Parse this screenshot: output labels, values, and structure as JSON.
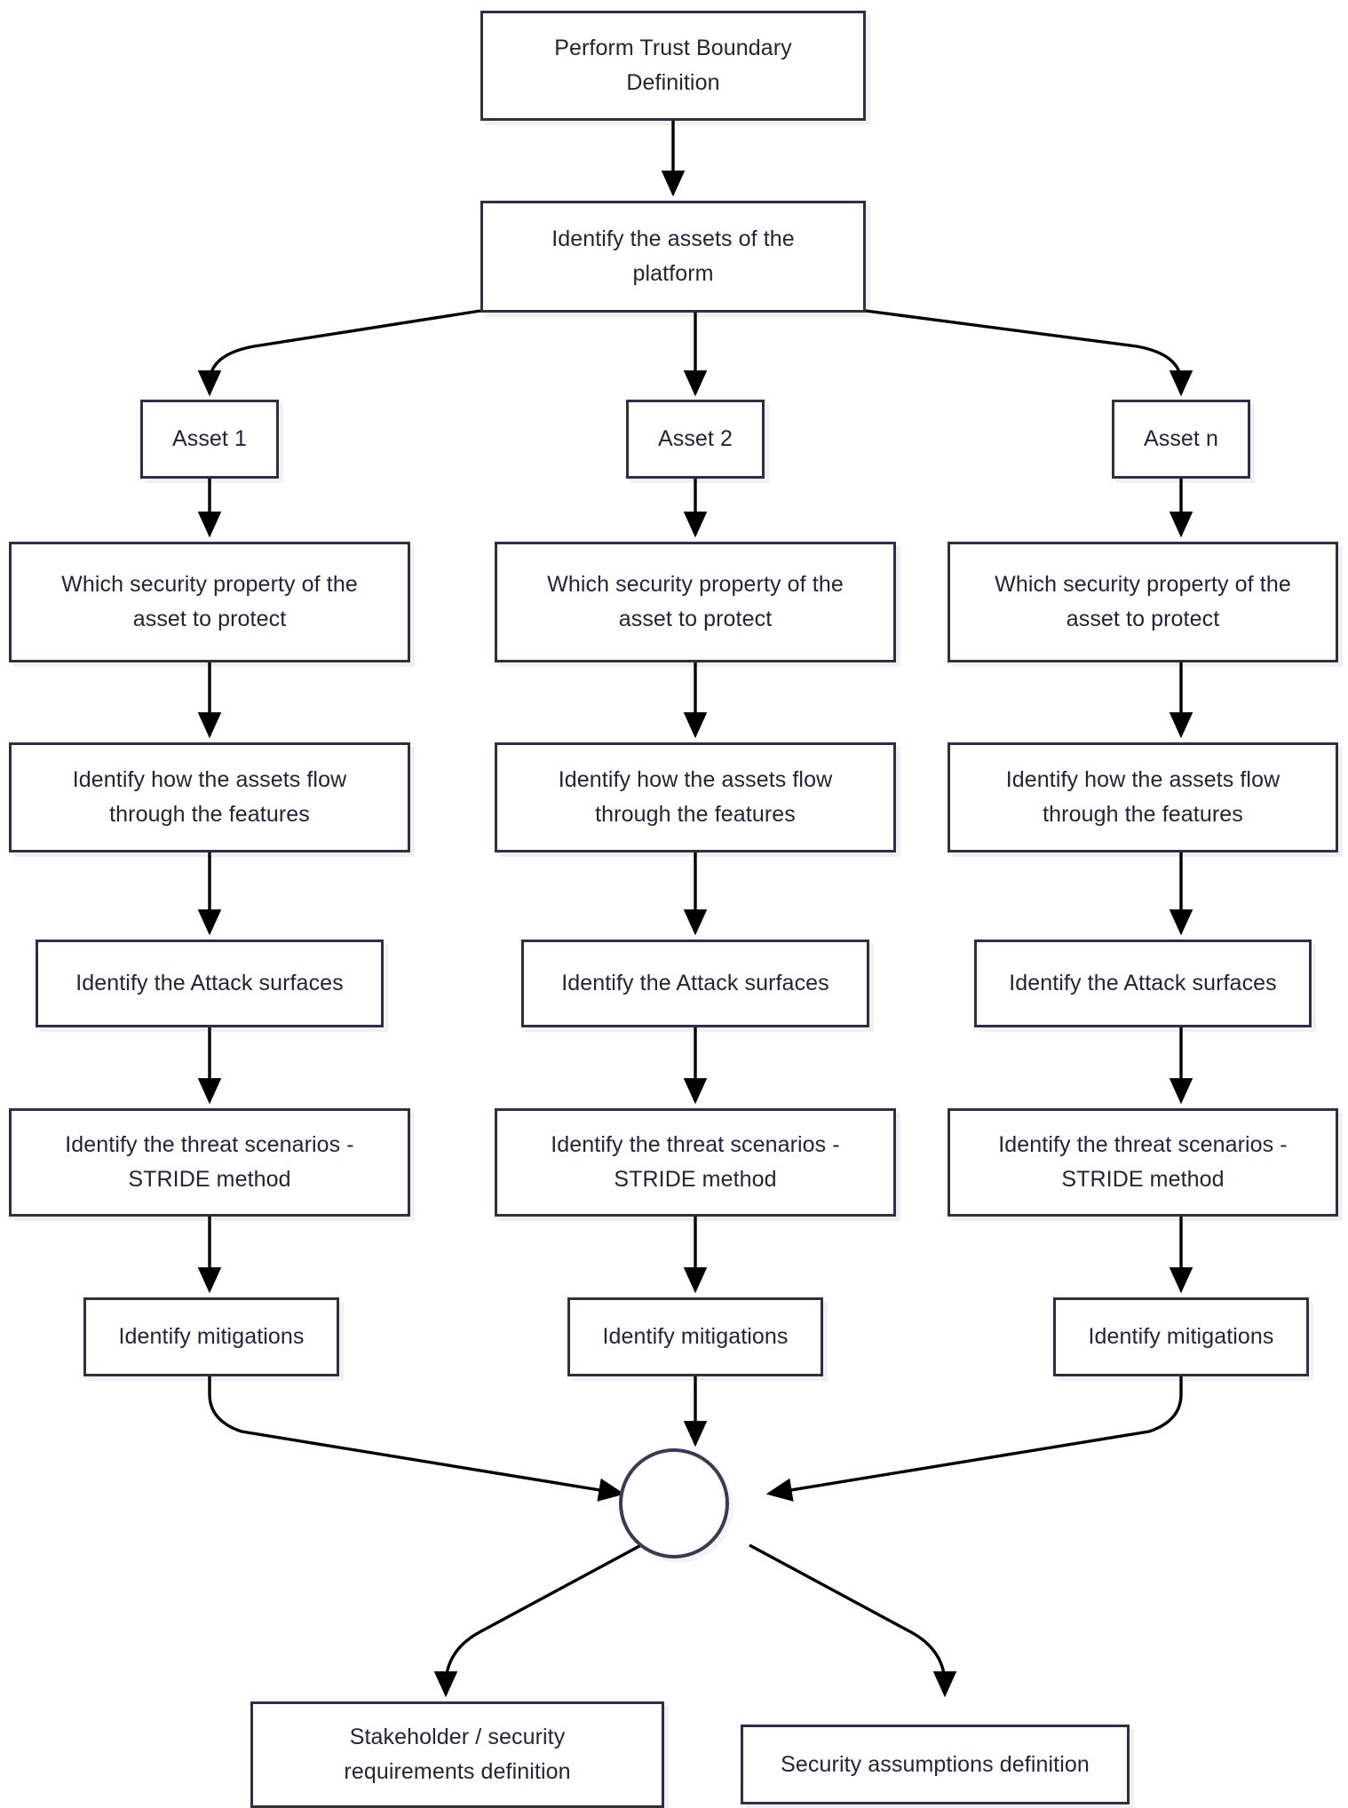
{
  "diagram": {
    "title": "Threat modeling process flowchart",
    "colors": {
      "box_border": "#2e2e44",
      "box_fill": "#ffffff",
      "text": "#23233a",
      "connector": "#000000",
      "junction_border": "#3a3a55",
      "background": "#ffffff"
    },
    "start": {
      "label": "Perform Trust Boundary\nDefinition"
    },
    "identify_assets": {
      "label": "Identify the assets of the\nplatform"
    },
    "columns": [
      {
        "asset": "Asset 1",
        "steps": [
          "Which security property of the\nasset to protect",
          "Identify how the assets flow\nthrough the features",
          "Identify the Attack surfaces",
          "Identify the threat scenarios -\nSTRIDE method",
          "Identify mitigations"
        ]
      },
      {
        "asset": "Asset 2",
        "steps": [
          "Which security property of the\nasset to protect",
          "Identify how the assets flow\nthrough the features",
          "Identify the Attack surfaces",
          "Identify the threat scenarios -\nSTRIDE method",
          "Identify mitigations"
        ]
      },
      {
        "asset": "Asset n",
        "steps": [
          "Which security property of the\nasset to protect",
          "Identify how the assets flow\nthrough the features",
          "Identify the Attack surfaces",
          "Identify the threat scenarios -\nSTRIDE method",
          "Identify mitigations"
        ]
      }
    ],
    "junction": {
      "label": ""
    },
    "outputs": [
      {
        "label": "Stakeholder / security\nrequirements definition"
      },
      {
        "label": "Security assumptions definition"
      }
    ]
  }
}
